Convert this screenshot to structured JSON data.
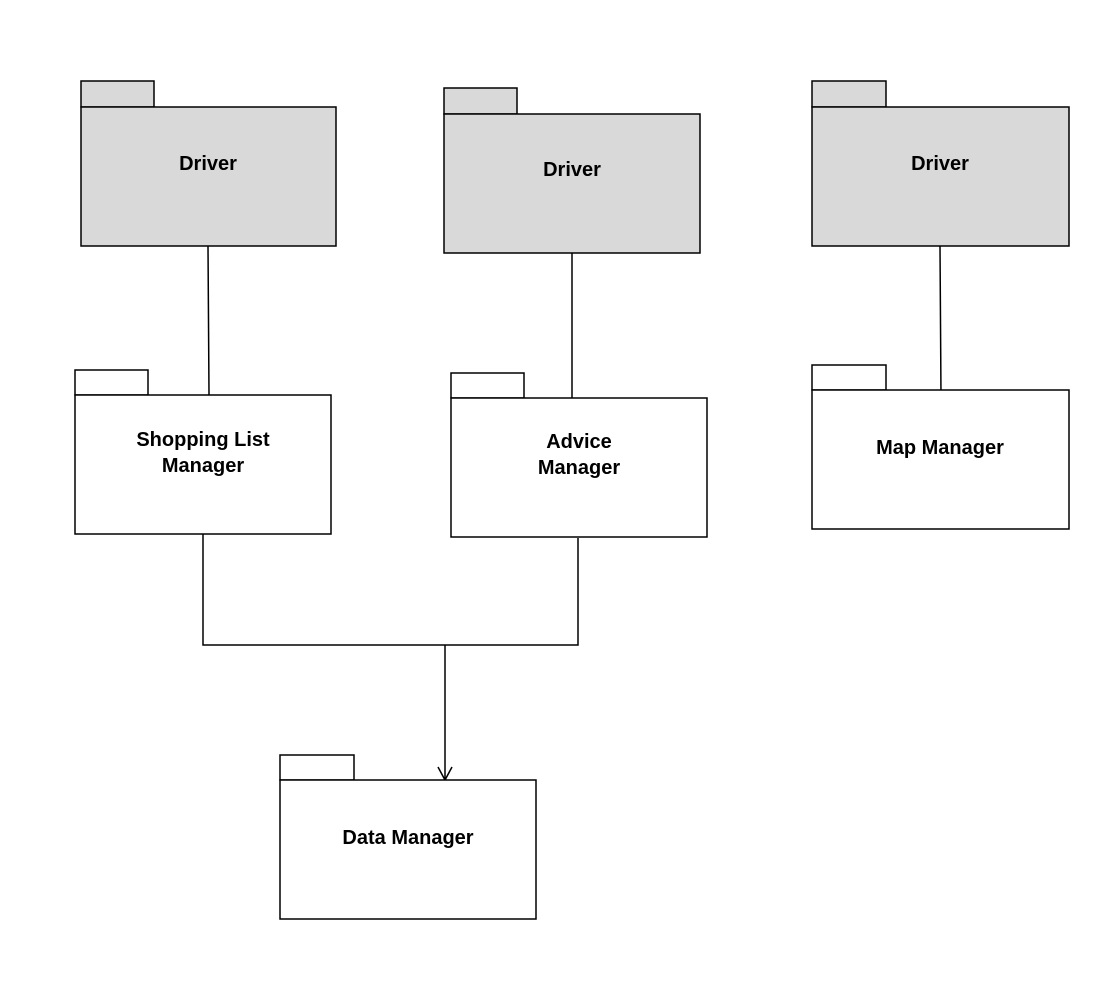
{
  "colors": {
    "driver_fill": "#d9d9d9",
    "manager_fill": "#ffffff",
    "stroke": "#000000"
  },
  "packages": {
    "driver_1": {
      "label": "Driver"
    },
    "driver_2": {
      "label": "Driver"
    },
    "driver_3": {
      "label": "Driver"
    },
    "shopping_list_manager": {
      "label_line1": "Shopping List",
      "label_line2": "Manager"
    },
    "advice_manager": {
      "label_line1": "Advice",
      "label_line2": "Manager"
    },
    "map_manager": {
      "label": "Map Manager"
    },
    "data_manager": {
      "label": "Data Manager"
    }
  }
}
